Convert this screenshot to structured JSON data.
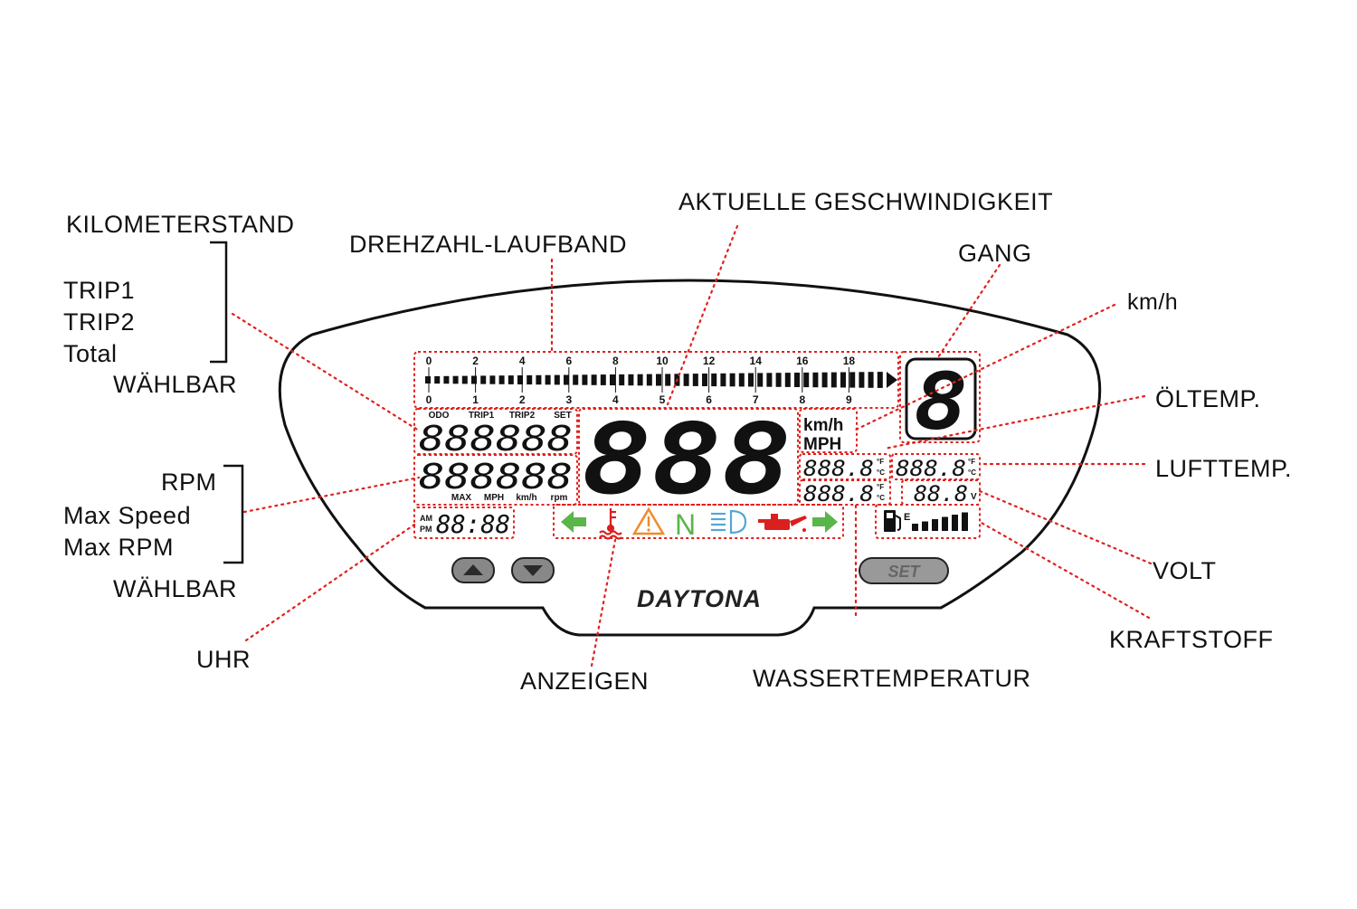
{
  "labels": {
    "kilometerstand": "KILOMETERSTAND",
    "trip1": "TRIP1",
    "trip2": "TRIP2",
    "total": "Total",
    "waehlbar_top": "WÄHLBAR",
    "rpm": "RPM",
    "max_speed": "Max Speed",
    "max_rpm": "Max RPM",
    "waehlbar_bottom": "WÄHLBAR",
    "uhr": "UHR",
    "drehzahl": "DREHZAHL-LAUFBAND",
    "aktuelle": "AKTUELLE GESCHWINDIGKEIT",
    "gang": "GANG",
    "kmh": "km/h",
    "oeltemp": "ÖLTEMP.",
    "lufttemp": "LUFTTEMP.",
    "volt": "VOLT",
    "kraftstoff": "KRAFTSTOFF",
    "anzeigen": "ANZEIGEN",
    "wassertemperatur": "WASSERTEMPERATUR"
  },
  "lcd": {
    "top_scale": [
      "0",
      "2",
      "4",
      "6",
      "8",
      "10",
      "12",
      "14",
      "16",
      "18"
    ],
    "bottom_scale": [
      "0",
      "1",
      "2",
      "3",
      "4",
      "5",
      "6",
      "7",
      "8",
      "9"
    ],
    "odo_labels": [
      "ODO",
      "TRIP1",
      "TRIP2",
      "SET"
    ],
    "odo_digits": "888888",
    "rpm_digits": "888888",
    "bottom_unit_labels": [
      "MAX",
      "MPH",
      "km/h",
      "rpm"
    ],
    "speed_digits": "888",
    "speed_unit_kmh": "km/h",
    "speed_unit_mph": "MPH",
    "gear_digit": "8",
    "oil_temp_digits": "888.8",
    "water_temp_digits": "888.8",
    "air_temp_digits": "888.8",
    "volt_digits": "88.8",
    "volt_unit": "V",
    "temp_unit_f": "°F",
    "temp_unit_c": "°C",
    "am": "AM",
    "pm": "PM",
    "clock_digits": "88:88",
    "neutral_letter": "N",
    "fuel_letter": "E",
    "fuel_bars": 6
  },
  "device": {
    "brand": "DAYTONA",
    "set_button": "SET"
  },
  "colors": {
    "leader": "#e1201d",
    "arrow_green": "#5ab54a",
    "warning_orange": "#f08a2a",
    "neutral_green": "#5ab54a",
    "headlight_blue": "#4fa8d8",
    "oil_red": "#d9201e",
    "water_red": "#d9201e"
  },
  "icons": [
    "arrow-left-icon",
    "water-temp-icon",
    "warning-icon",
    "neutral-icon",
    "headlight-icon",
    "oil-can-icon",
    "arrow-right-icon",
    "fuel-pump-icon",
    "fuel-level-bars-icon",
    "up-arrow-button-icon",
    "down-arrow-button-icon"
  ]
}
